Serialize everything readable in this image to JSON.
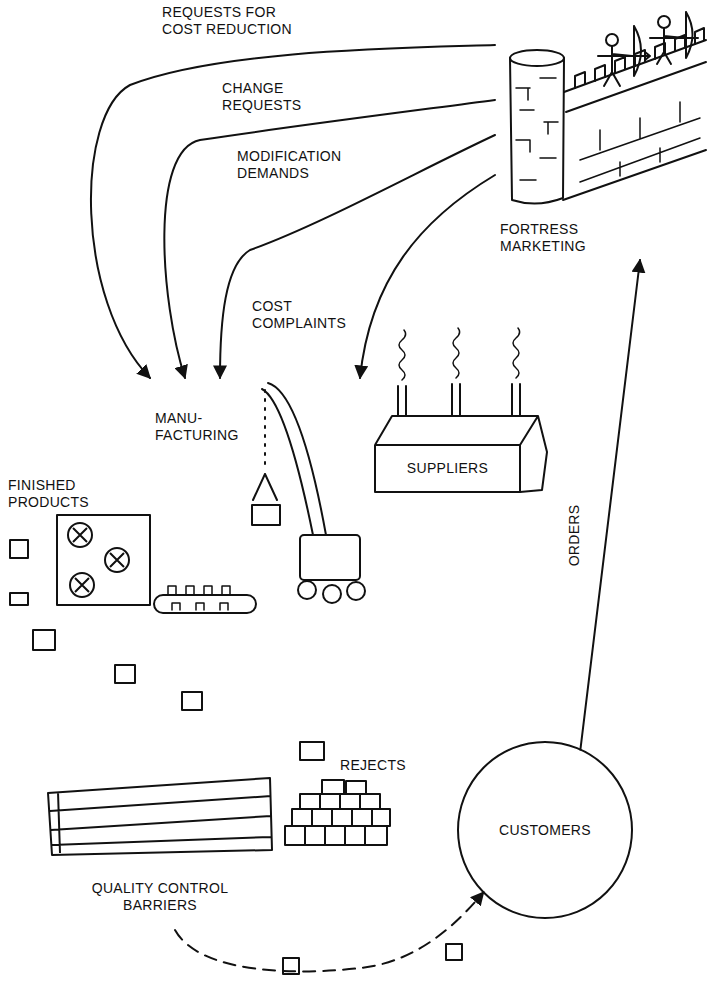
{
  "diagram": {
    "nodes": [
      {
        "text": [
          "FORTRESS MARKETING"
        ]
      },
      {
        "text": [
          "MANU- FACTURING"
        ]
      },
      {
        "text": [
          "SUPPLIERS"
        ]
      },
      {
        "text": [
          "FINISHED PRODUCTS"
        ]
      },
      {
        "text": [
          "QUALITY CONTROL BARRIERS"
        ]
      },
      {
        "text": [
          "CUSTOMERS"
        ]
      }
    ],
    "edges": [
      {
        "from": 0,
        "to": 1,
        "label": "REQUESTS FOR COST REDUCTION",
        "arrow": "to"
      },
      {
        "from": 0,
        "to": 1,
        "label": "CHANGE REQUESTS",
        "arrow": "to"
      },
      {
        "from": 0,
        "to": 1,
        "label": "MODIFICATION DEMANDS",
        "arrow": "to"
      },
      {
        "from": 0,
        "to": 1,
        "label": "COST COMPLAINTS",
        "arrow": "to"
      },
      {
        "from": 5,
        "to": 0,
        "label": "ORDERS",
        "arrow": "to"
      },
      {
        "from": 4,
        "to": 5,
        "arrow": "to"
      }
    ],
    "labels": [
      "REJECTS"
    ]
  }
}
